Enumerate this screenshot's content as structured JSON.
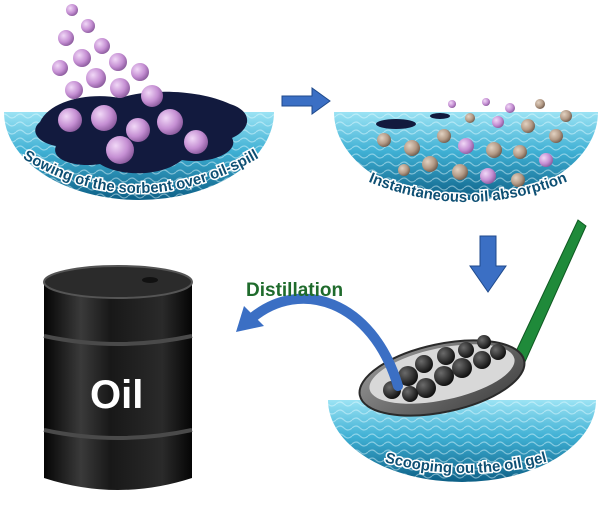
{
  "steps": [
    {
      "caption": "Sowing of the sorbent over oil-spill"
    },
    {
      "caption": "Instantaneous oil absorption"
    },
    {
      "caption": "Scooping ou the oil gel"
    }
  ],
  "arrow_label": "Distillation",
  "barrel_label": "Oil",
  "colors": {
    "water_dark": "#0f6f8f",
    "water_light": "#7fd6ee",
    "oil_slick": "#121a3e",
    "sorbent": "#c58fd3",
    "sorbent_saturated": "#b39a86",
    "arrow": "#3b6fc4",
    "scoop_handle": "#1f8a3a",
    "barrel": "#151515"
  }
}
